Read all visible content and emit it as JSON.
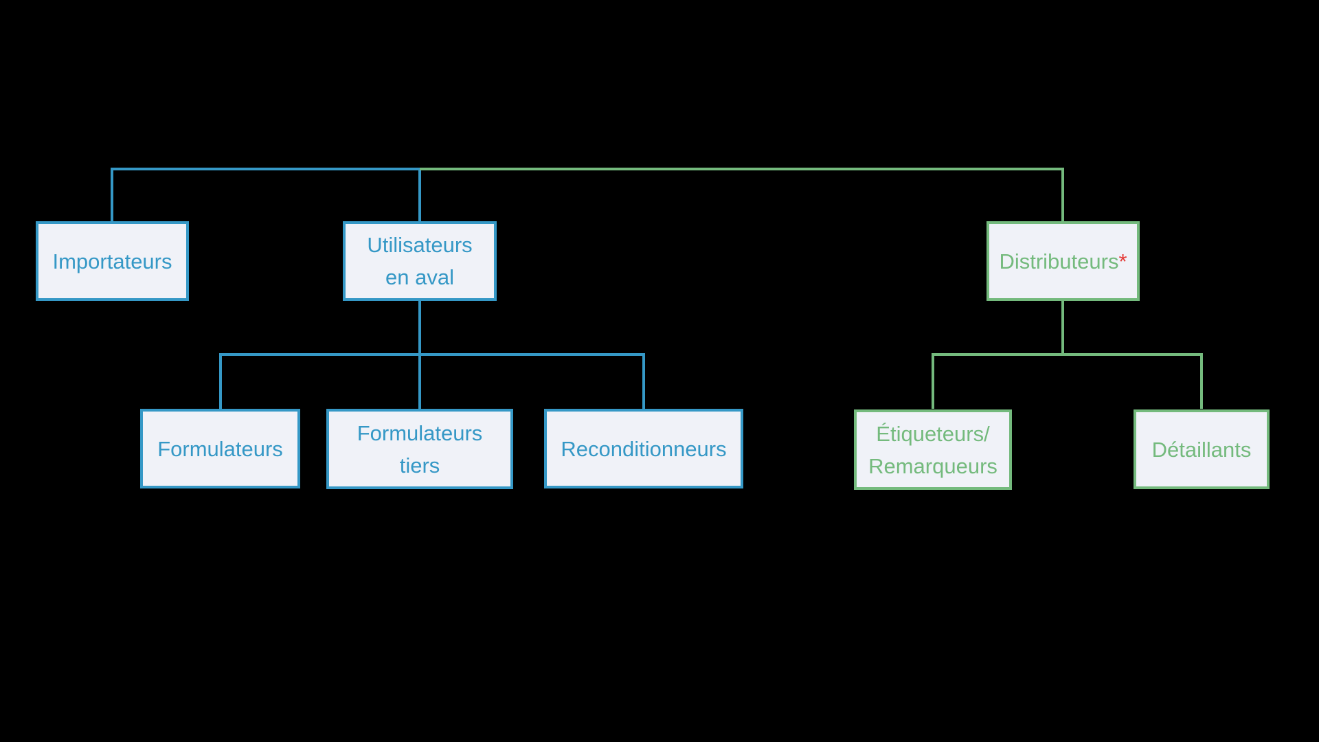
{
  "colors": {
    "blue": "#3598c6",
    "green": "#74ba7d",
    "red": "#e43c38",
    "box_fill": "#f0f2f8",
    "background": "#000000"
  },
  "nodes": {
    "importateurs": {
      "label": "Importateurs"
    },
    "utilisateurs": {
      "line1": "Utilisateurs",
      "line2": "en aval"
    },
    "distributeurs": {
      "label": "Distributeurs",
      "asterisk": "*"
    },
    "formulateurs": {
      "label": "Formulateurs"
    },
    "formulateurs_tiers": {
      "line1": "Formulateurs",
      "line2": "tiers"
    },
    "reconditionneurs": {
      "label": "Reconditionneurs"
    },
    "etiqueteurs": {
      "line1": "Étiqueteurs/",
      "line2": "Remarqueurs"
    },
    "detaillants": {
      "label": "Détaillants"
    }
  }
}
